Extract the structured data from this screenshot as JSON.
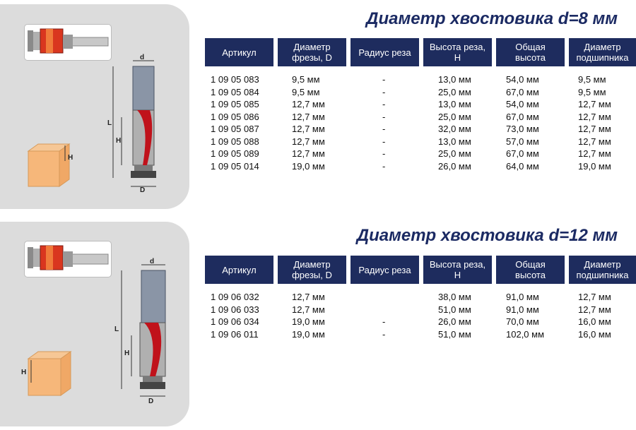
{
  "colors": {
    "header_bg": "#1e2c5e",
    "title": "#1b2a63",
    "accent_red": "#c0121b",
    "panel_bg": "#dcdcdc"
  },
  "columns": [
    "Артикул",
    "Диаметр фрезы, D",
    "Радиус реза",
    "Высота реза, H",
    "Общая высота",
    "Диаметр подшипника"
  ],
  "section1": {
    "title": "Диаметр хвостовика d=8 мм",
    "rows": [
      [
        "1 09 05 083",
        "9,5 мм",
        "-",
        "13,0 мм",
        "54,0 мм",
        "9,5 мм"
      ],
      [
        "1 09 05 084",
        "9,5 мм",
        "-",
        "25,0 мм",
        "67,0 мм",
        "9,5 мм"
      ],
      [
        "1 09 05 085",
        "12,7 мм",
        "-",
        "13,0 мм",
        "54,0 мм",
        "12,7 мм"
      ],
      [
        "1 09 05 086",
        "12,7 мм",
        "-",
        "25,0 мм",
        "67,0 мм",
        "12,7 мм"
      ],
      [
        "1 09 05 087",
        "12,7 мм",
        "-",
        "32,0 мм",
        "73,0 мм",
        "12,7 мм"
      ],
      [
        "1 09 05 088",
        "12,7 мм",
        "-",
        "13,0 мм",
        "57,0 мм",
        "12,7 мм"
      ],
      [
        "1 09 05 089",
        "12,7 мм",
        "-",
        "25,0 мм",
        "67,0 мм",
        "12,7 мм"
      ],
      [
        "1 09 05 014",
        "19,0 мм",
        "-",
        "26,0 мм",
        "64,0 мм",
        "19,0 мм"
      ]
    ],
    "diagram_labels": {
      "shank": "d",
      "length": "L",
      "height": "H",
      "diameter": "D",
      "block_height": "H"
    }
  },
  "section2": {
    "title": "Диаметр хвостовика d=12 мм",
    "rows": [
      [
        "1 09 06 032",
        "12,7 мм",
        "",
        "38,0 мм",
        "91,0 мм",
        "12,7 мм"
      ],
      [
        "1 09 06 033",
        "12,7 мм",
        "",
        "51,0 мм",
        "91,0 мм",
        "12,7 мм"
      ],
      [
        "1 09 06 034",
        "19,0 мм",
        "-",
        "26,0 мм",
        "70,0 мм",
        "16,0 мм"
      ],
      [
        "1 09 06 011",
        "19,0 мм",
        "-",
        "51,0 мм",
        "102,0 мм",
        "16,0 мм"
      ]
    ],
    "diagram_labels": {
      "shank": "d",
      "length": "L",
      "height": "H",
      "diameter": "D",
      "block_height": "H"
    }
  }
}
